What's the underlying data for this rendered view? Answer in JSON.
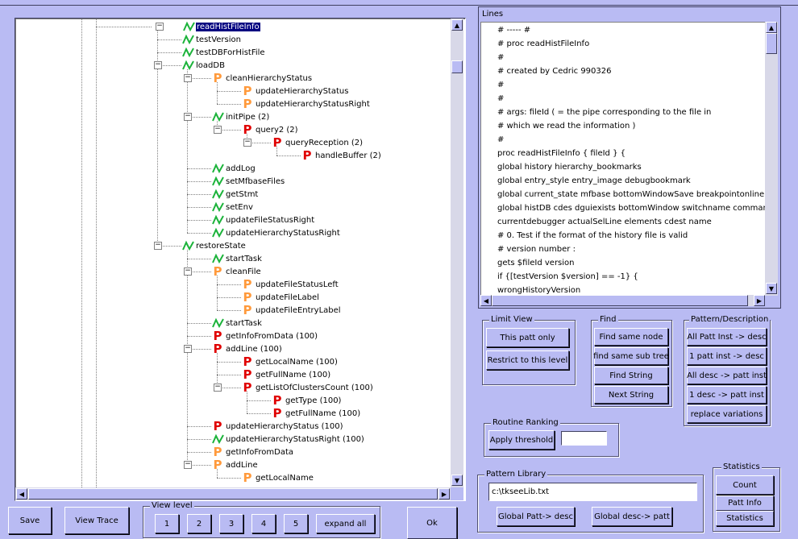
{
  "tree": {
    "nodes": [
      {
        "label": "readHistFileInfo",
        "icon": "n",
        "level": 0
      },
      {
        "label": "testVersion",
        "icon": "n",
        "level": 1
      },
      {
        "label": "testDBForHistFile",
        "icon": "n",
        "level": 1
      },
      {
        "label": "loadDB",
        "icon": "n",
        "level": 1
      },
      {
        "label": "cleanHierarchyStatus",
        "icon": "po",
        "level": 2
      },
      {
        "label": "updateHierarchyStatus",
        "icon": "po",
        "level": 3
      },
      {
        "label": "updateHierarchyStatusRight",
        "icon": "po",
        "level": 3
      },
      {
        "label": "initPipe (2)",
        "icon": "n",
        "level": 2
      },
      {
        "label": "query2 (2)",
        "icon": "pr",
        "level": 3
      },
      {
        "label": "queryReception (2)",
        "icon": "pr",
        "level": 4
      },
      {
        "label": "handleBuffer (2)",
        "icon": "pr",
        "level": 5
      },
      {
        "label": "addLog",
        "icon": "n",
        "level": 2
      },
      {
        "label": "setMfbaseFiles",
        "icon": "n",
        "level": 2
      },
      {
        "label": "getStmt",
        "icon": "n",
        "level": 2
      },
      {
        "label": "setEnv",
        "icon": "n",
        "level": 2
      },
      {
        "label": "updateFileStatusRight",
        "icon": "n",
        "level": 2
      },
      {
        "label": "updateHierarchyStatusRight",
        "icon": "n",
        "level": 2
      },
      {
        "label": "restoreState",
        "icon": "n",
        "level": 1
      },
      {
        "label": "startTask",
        "icon": "n",
        "level": 2
      },
      {
        "label": "cleanFile",
        "icon": "po",
        "level": 2
      },
      {
        "label": "updateFileStatusLeft",
        "icon": "po",
        "level": 3
      },
      {
        "label": "updateFileLabel",
        "icon": "po",
        "level": 3
      },
      {
        "label": "updateFileEntryLabel",
        "icon": "po",
        "level": 3
      },
      {
        "label": "startTask",
        "icon": "n",
        "level": 2
      },
      {
        "label": "getInfoFromData (100)",
        "icon": "pr",
        "level": 2
      },
      {
        "label": "addLine (100)",
        "icon": "pr",
        "level": 2
      },
      {
        "label": "getLocalName (100)",
        "icon": "pr",
        "level": 3
      },
      {
        "label": "getFullName (100)",
        "icon": "pr",
        "level": 3
      },
      {
        "label": "getListOfClustersCount (100)",
        "icon": "pr",
        "level": 3
      },
      {
        "label": "getType (100)",
        "icon": "pr",
        "level": 4
      },
      {
        "label": "getFullName (100)",
        "icon": "pr",
        "level": 4
      },
      {
        "label": "updateHierarchyStatus (100)",
        "icon": "pr",
        "level": 2
      },
      {
        "label": "updateHierarchyStatusRight (100)",
        "icon": "n",
        "level": 2
      },
      {
        "label": "getInfoFromData",
        "icon": "po",
        "level": 2
      },
      {
        "label": "addLine",
        "icon": "po",
        "level": 2
      },
      {
        "label": "getLocalName",
        "icon": "po",
        "level": 3
      }
    ]
  },
  "lines": {
    "title": "Lines",
    "items": [
      "# ----- #",
      "# proc readHistFileInfo",
      "#",
      "#  created by Cedric 990326",
      "#",
      "#",
      "#  args: fileId ( = the pipe corresponding to the file in",
      "#                which we read the information )",
      "#",
      "proc readHistFileInfo { fileId } {",
      "global history hierarchy_bookmarks",
      "global entry_style entry_image debugbookmark",
      "global current_state mfbase bottomWindowSave breakpointonline",
      "global histDB cdes dguiexists bottomWindow switchname command_line",
      "currentdebugger actualSelLine elements cdest name",
      "# 0. Test if the format of the history file is valid",
      "# version number :",
      "gets $fileId version",
      "if {[testVersion $version] == -1} {",
      "wrongHistoryVersion"
    ]
  },
  "limit_view": {
    "title": "Limit View",
    "this_patt_only": "This patt only",
    "restrict": "Restrict to this level"
  },
  "find": {
    "title": "Find",
    "same_node": "Find same node",
    "same_sub_tree": "find same sub tree",
    "string": "Find String",
    "next_string": "Next String"
  },
  "pattern_desc": {
    "title": "Pattern/Description",
    "all_patt": "All Patt Inst -> desc",
    "one_patt": "1 patt inst -> desc",
    "all_desc": "All desc -> patt inst",
    "one_desc": "1 desc -> patt inst",
    "replace": "replace variations"
  },
  "routine_ranking": {
    "title": "Routine Ranking",
    "apply": "Apply threshold",
    "threshold": ""
  },
  "pattern_library": {
    "title": "Pattern Library",
    "path": "c:\\tkseeLib.txt",
    "global_patt": "Global Patt-> desc",
    "global_desc": "Global desc-> patt"
  },
  "statistics": {
    "title": "Statistics",
    "count": "Count",
    "patt_info": "Patt Info",
    "statistics": "Statistics"
  },
  "bottom": {
    "save": "Save",
    "view_trace": "View Trace",
    "ok": "Ok"
  },
  "view_level": {
    "title": "View level",
    "levels": [
      "1",
      "2",
      "3",
      "4",
      "5"
    ],
    "expand_all": "expand all"
  }
}
